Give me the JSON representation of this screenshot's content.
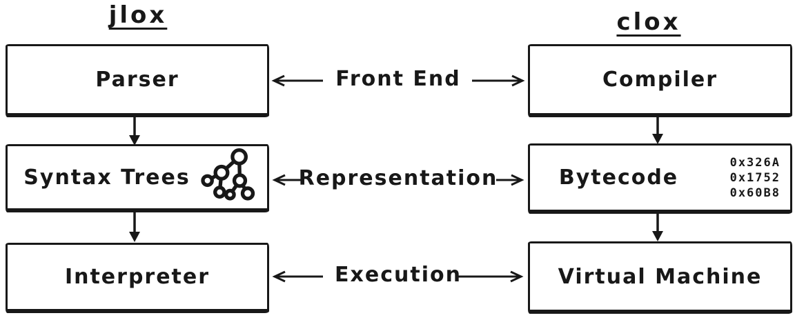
{
  "colors": {
    "ink": "#181818",
    "background": "#ffffff"
  },
  "columns": [
    {
      "title": "jlox",
      "boxes": [
        {
          "label": "Parser"
        },
        {
          "label": "Syntax Trees",
          "icon": "syntax-tree-icon"
        },
        {
          "label": "Interpreter"
        }
      ]
    },
    {
      "title": "clox",
      "boxes": [
        {
          "label": "Compiler"
        },
        {
          "label": "Bytecode",
          "hex": [
            "0x326A",
            "0x1752",
            "0x60B8"
          ]
        },
        {
          "label": "Virtual Machine"
        }
      ]
    }
  ],
  "stages": [
    {
      "label": "Front End"
    },
    {
      "label": "Representation"
    },
    {
      "label": "Execution"
    }
  ]
}
